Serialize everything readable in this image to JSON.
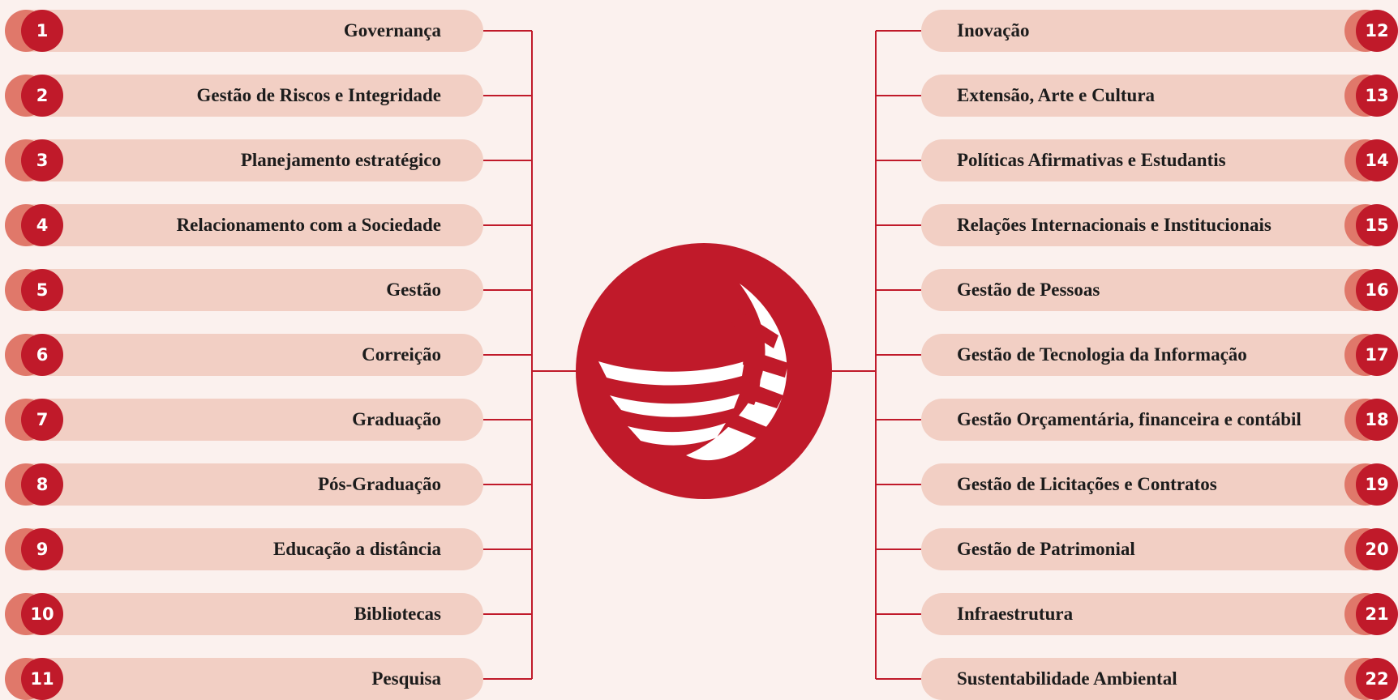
{
  "colors": {
    "background": "#fbf1ee",
    "pill": "#f2cfc4",
    "accent": "#c01a2a",
    "badge_shadow": "#e0786a",
    "line": "#c01a2a"
  },
  "center_logo": {
    "icon": "striped-globe-icon"
  },
  "left_items": [
    {
      "number": "1",
      "label": "Governança"
    },
    {
      "number": "2",
      "label": "Gestão de Riscos e Integridade"
    },
    {
      "number": "3",
      "label": "Planejamento estratégico"
    },
    {
      "number": "4",
      "label": "Relacionamento com a Sociedade"
    },
    {
      "number": "5",
      "label": "Gestão"
    },
    {
      "number": "6",
      "label": "Correição"
    },
    {
      "number": "7",
      "label": "Graduação"
    },
    {
      "number": "8",
      "label": "Pós-Graduação"
    },
    {
      "number": "9",
      "label": "Educação a distância"
    },
    {
      "number": "10",
      "label": "Bibliotecas"
    },
    {
      "number": "11",
      "label": "Pesquisa"
    }
  ],
  "right_items": [
    {
      "number": "12",
      "label": "Inovação"
    },
    {
      "number": "13",
      "label": "Extensão, Arte e Cultura"
    },
    {
      "number": "14",
      "label": "Políticas Afirmativas e Estudantis"
    },
    {
      "number": "15",
      "label": "Relações Internacionais e Institucionais"
    },
    {
      "number": "16",
      "label": "Gestão de Pessoas"
    },
    {
      "number": "17",
      "label": "Gestão de Tecnologia da Informação"
    },
    {
      "number": "18",
      "label": "Gestão Orçamentária, financeira e contábil"
    },
    {
      "number": "19",
      "label": "Gestão de Licitações e Contratos"
    },
    {
      "number": "20",
      "label": "Gestão de Patrimonial"
    },
    {
      "number": "21",
      "label": "Infraestrutura"
    },
    {
      "number": "22",
      "label": "Sustentabilidade Ambiental"
    }
  ]
}
